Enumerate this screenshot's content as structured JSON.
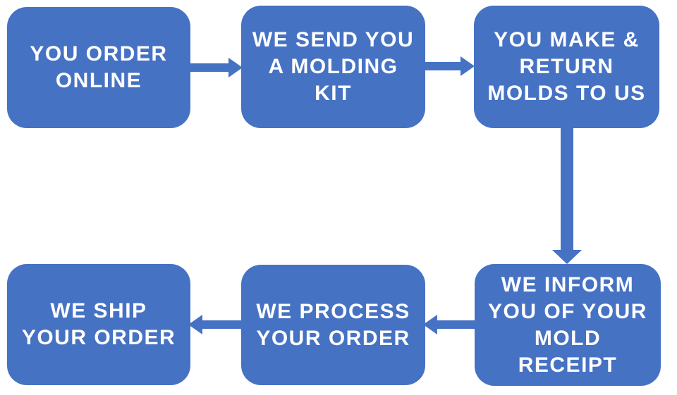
{
  "page": {
    "background_color": "#ffffff"
  },
  "diagram": {
    "type": "flowchart",
    "accent_color": "#4672C4",
    "text_color": "#ffffff",
    "steps": [
      {
        "id": "step-1",
        "label": "YOU ORDER\nONLINE"
      },
      {
        "id": "step-2",
        "label": "WE SEND YOU\nA MOLDING\nKIT"
      },
      {
        "id": "step-3",
        "label": "YOU MAKE &\nRETURN\nMOLDS TO US"
      },
      {
        "id": "step-4",
        "label": "WE INFORM\nYOU OF YOUR\nMOLD\nRECEIPT"
      },
      {
        "id": "step-5",
        "label": "WE PROCESS\nYOUR ORDER"
      },
      {
        "id": "step-6",
        "label": "WE SHIP\nYOUR ORDER"
      }
    ],
    "connectors": [
      {
        "from": "step-1",
        "to": "step-2",
        "direction": "right"
      },
      {
        "from": "step-2",
        "to": "step-3",
        "direction": "right"
      },
      {
        "from": "step-3",
        "to": "step-4",
        "direction": "down"
      },
      {
        "from": "step-4",
        "to": "step-5",
        "direction": "left"
      },
      {
        "from": "step-5",
        "to": "step-6",
        "direction": "left"
      }
    ]
  }
}
